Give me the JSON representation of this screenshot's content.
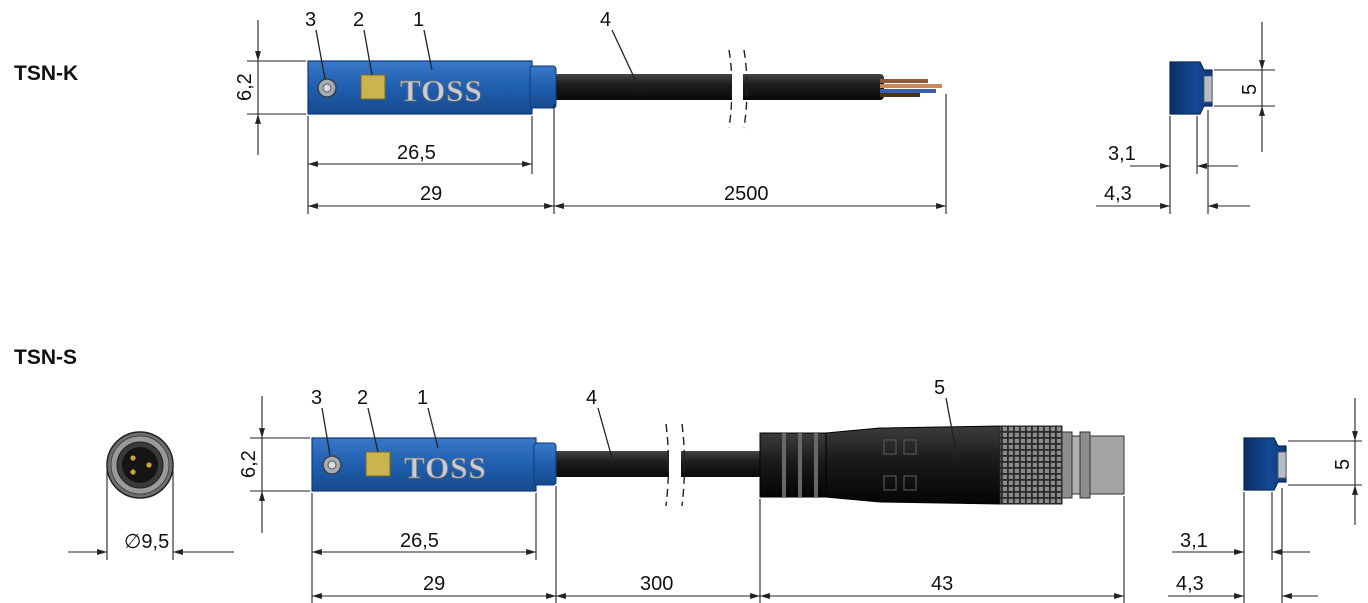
{
  "models": [
    {
      "name": "TSN-K",
      "callouts": [
        "3",
        "2",
        "1",
        "4"
      ],
      "logo_text": "TOSS",
      "dimensions": {
        "height": "6,2",
        "body_length": "26,5",
        "total_length": "29",
        "cable_length": "2500",
        "side_width": "3,1",
        "side_total": "4,3",
        "side_height": "5"
      }
    },
    {
      "name": "TSN-S",
      "callouts": [
        "3",
        "2",
        "1",
        "4",
        "5"
      ],
      "logo_text": "TOSS",
      "dimensions": {
        "height": "6,2",
        "body_length": "26,5",
        "total_length": "29",
        "cable_length": "300",
        "connector_length": "43",
        "connector_diameter": "∅9,5",
        "side_width": "3,1",
        "side_total": "4,3",
        "side_height": "5"
      }
    }
  ],
  "colors": {
    "sensor_blue": "#1f5fb0",
    "sensor_dark_blue": "#0d3a78",
    "led_yellow": "#c9b44e",
    "cable_black": "#1a1a1a",
    "wire_copper": "#b8744a",
    "dimension_line": "#222222"
  }
}
